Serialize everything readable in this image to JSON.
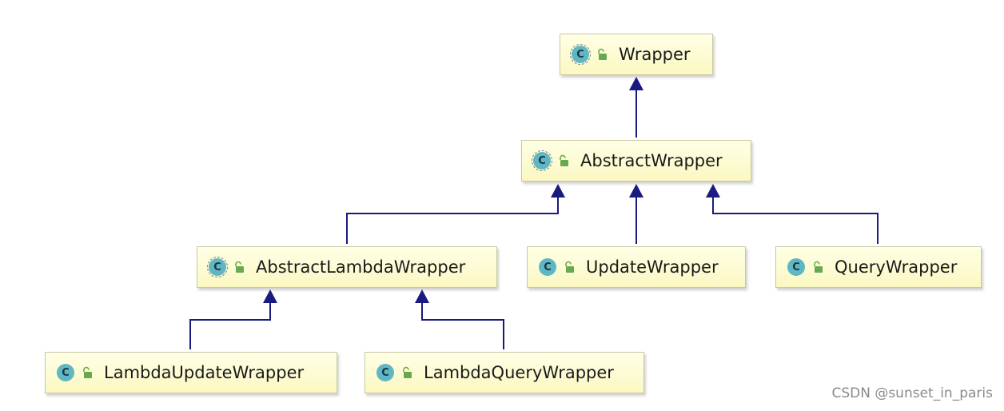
{
  "diagram": {
    "nodes": [
      {
        "id": "wrapper",
        "label": "Wrapper",
        "abstract": true,
        "icon": "class-icon"
      },
      {
        "id": "abstract-wrapper",
        "label": "AbstractWrapper",
        "abstract": true,
        "icon": "class-icon"
      },
      {
        "id": "abstract-lambda-wrapper",
        "label": "AbstractLambdaWrapper",
        "abstract": true,
        "icon": "class-icon"
      },
      {
        "id": "update-wrapper",
        "label": "UpdateWrapper",
        "abstract": false,
        "icon": "class-icon"
      },
      {
        "id": "query-wrapper",
        "label": "QueryWrapper",
        "abstract": false,
        "icon": "class-icon"
      },
      {
        "id": "lambda-update-wrapper",
        "label": "LambdaUpdateWrapper",
        "abstract": false,
        "icon": "class-icon"
      },
      {
        "id": "lambda-query-wrapper",
        "label": "LambdaQueryWrapper",
        "abstract": false,
        "icon": "class-icon"
      }
    ],
    "edges": [
      {
        "from": "abstract-wrapper",
        "to": "wrapper",
        "type": "extends"
      },
      {
        "from": "abstract-lambda-wrapper",
        "to": "abstract-wrapper",
        "type": "extends"
      },
      {
        "from": "update-wrapper",
        "to": "abstract-wrapper",
        "type": "extends"
      },
      {
        "from": "query-wrapper",
        "to": "abstract-wrapper",
        "type": "extends"
      },
      {
        "from": "lambda-update-wrapper",
        "to": "abstract-lambda-wrapper",
        "type": "extends"
      },
      {
        "from": "lambda-query-wrapper",
        "to": "abstract-lambda-wrapper",
        "type": "extends"
      }
    ],
    "class_icon_letter": "C",
    "colors": {
      "node_fill": "#fbf8c2",
      "edge": "#1a1a80",
      "class_icon": "#5fb7c4",
      "lock_icon": "#6aa84f"
    }
  },
  "watermark": "CSDN @sunset_in_paris"
}
